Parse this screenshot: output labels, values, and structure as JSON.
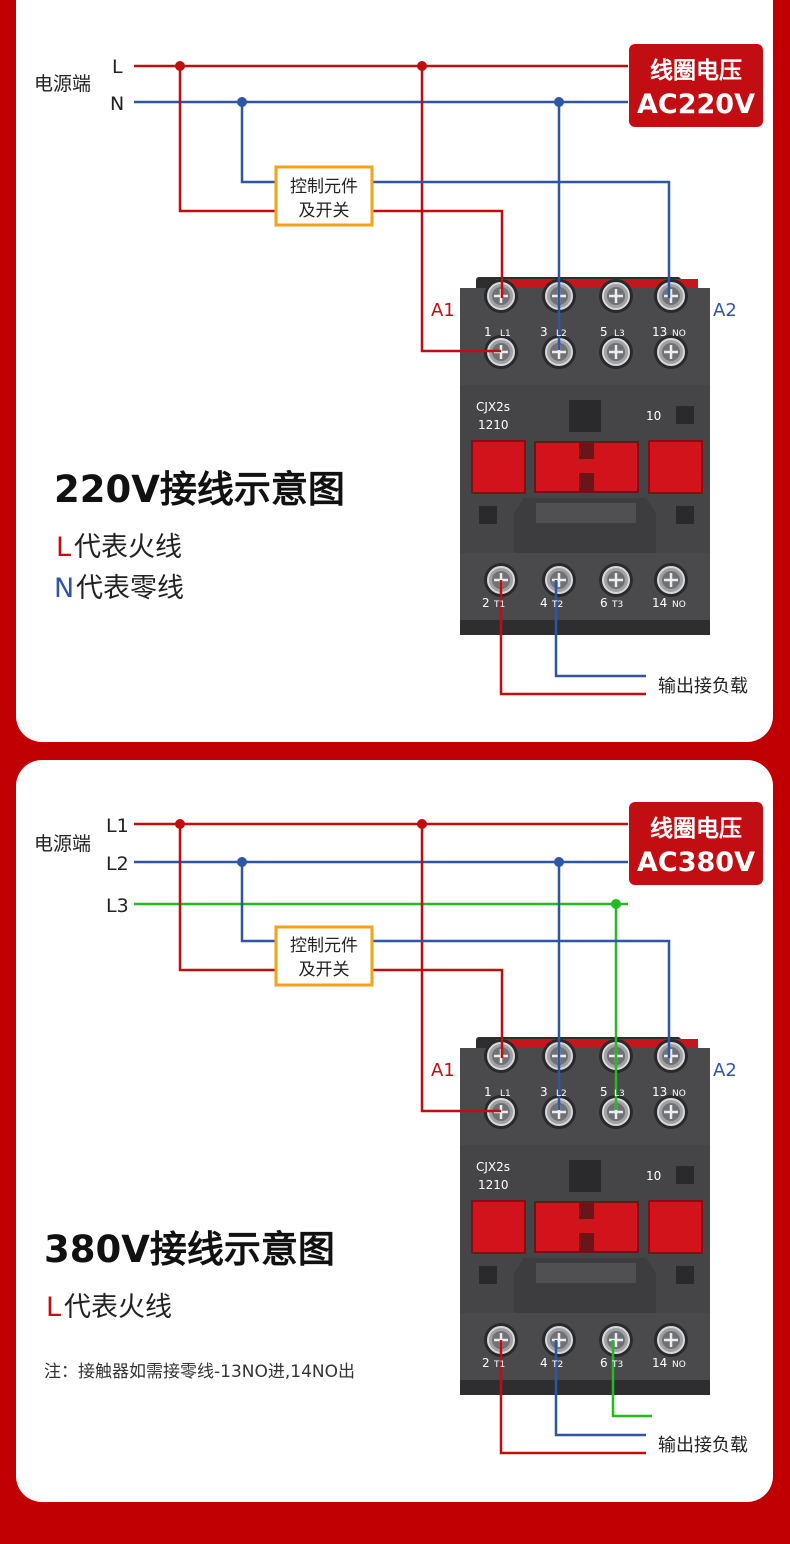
{
  "colors": {
    "live": "#c00d0d",
    "neutral": "#2f55a4",
    "phase3": "#22bb22",
    "box_border": "#f5a21b",
    "badge_bg": "#c20e13",
    "contactor_body": "#4a4a4d",
    "contactor_red": "#d3131b"
  },
  "diagram1": {
    "source_label": "电源端",
    "line_labels": [
      "L",
      "N"
    ],
    "badge_line1": "线圈电压",
    "badge_line2": "AC220V",
    "control_box_line1": "控制元件",
    "control_box_line2": "及开关",
    "coil_a1": "A1",
    "coil_a2": "A2",
    "output_label": "输出接负载",
    "title": "220V接线示意图",
    "legend": [
      {
        "key": "L",
        "text": "代表火线"
      },
      {
        "key": "N",
        "text": "代表零线"
      }
    ]
  },
  "diagram2": {
    "source_label": "电源端",
    "line_labels": [
      "L1",
      "L2",
      "L3"
    ],
    "badge_line1": "线圈电压",
    "badge_line2": "AC380V",
    "control_box_line1": "控制元件",
    "control_box_line2": "及开关",
    "coil_a1": "A1",
    "coil_a2": "A2",
    "output_label": "输出接负载",
    "title": "380V接线示意图",
    "legend": [
      {
        "key": "L",
        "text": "代表火线"
      }
    ],
    "note": "注：接触器如需接零线-13NO进,14NO出"
  },
  "contactor": {
    "model": "CJX2s",
    "code": "1210",
    "aux": "10",
    "top_numbers": [
      "1",
      "3",
      "5",
      "13"
    ],
    "top_labels": [
      "L1",
      "L2",
      "L3",
      "NO"
    ],
    "bottom_numbers": [
      "2",
      "4",
      "6",
      "14"
    ],
    "bottom_labels": [
      "T1",
      "T2",
      "T3",
      "NO"
    ]
  }
}
